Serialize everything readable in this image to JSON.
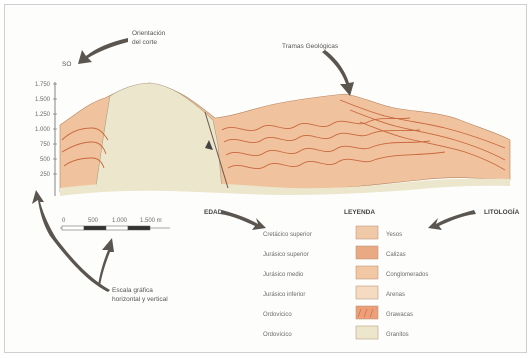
{
  "annotations": {
    "orientation": "Orientación\ndel corte",
    "orientation_code": "SO",
    "faults": "Tramas Geológicas",
    "scale": "Escala gráfica\nhorizontal y vertical",
    "edad": "EDAD",
    "leyenda": "LEYENDA",
    "litologia": "LITOLOGÍA"
  },
  "vertical_scale": [
    "1.750",
    "1.500",
    "1.250",
    "1.000",
    "750",
    "500",
    "250"
  ],
  "horizontal_scale": [
    "0",
    "500",
    "1.000",
    "1.500 m"
  ],
  "legend": {
    "edad": [
      "Cretácico superior",
      "Jurásico superior",
      "Jurásico medio",
      "Jurásico inferior",
      "Ordovícico",
      "Ordovícico"
    ],
    "litologia": [
      "Yesos",
      "Calizas",
      "Conglomerados",
      "Arenas",
      "Grawacas",
      "Granitos"
    ],
    "colors": {
      "yesos": "#f0c9a8",
      "calizas": "#e8a983",
      "conglomerados": "#f2c7a4",
      "arenas": "#f4dbc2",
      "grawacas": "#ec9f78",
      "granitos": "#ece6cc"
    }
  },
  "colors": {
    "arrow": "#5a554f",
    "fold_line": "#c9673e",
    "granite": "#ece6cc",
    "strata": "#f0c39e"
  }
}
